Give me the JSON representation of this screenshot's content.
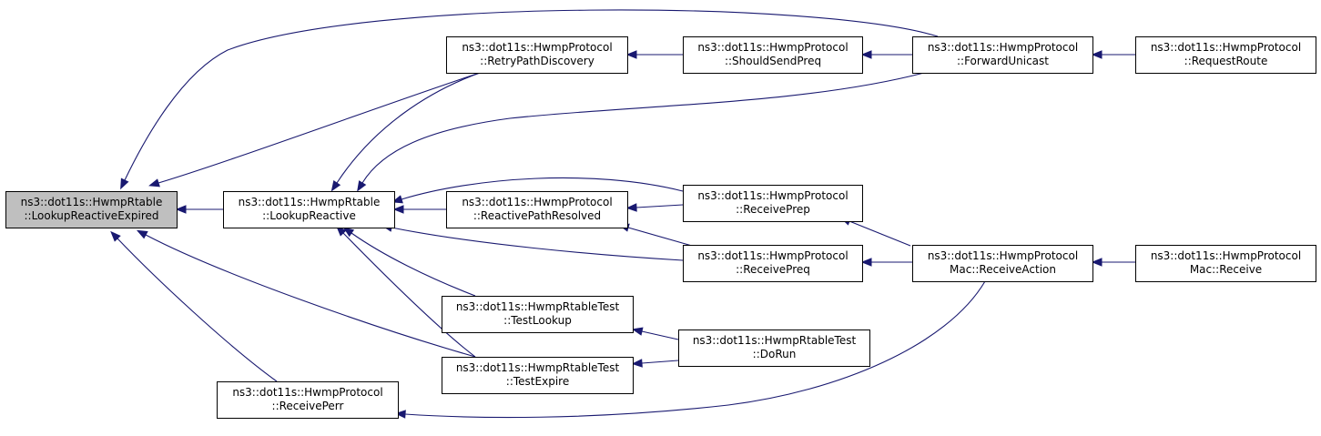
{
  "graph": {
    "nodes": [
      {
        "id": "lre",
        "root": true,
        "lines": [
          "ns3::dot11s::HwmpRtable",
          "::LookupReactiveExpired"
        ]
      },
      {
        "id": "lr",
        "lines": [
          "ns3::dot11s::HwmpRtable",
          "::LookupReactive"
        ]
      },
      {
        "id": "rpd",
        "lines": [
          "ns3::dot11s::HwmpProtocol",
          "::RetryPathDiscovery"
        ]
      },
      {
        "id": "ssp",
        "lines": [
          "ns3::dot11s::HwmpProtocol",
          "::ShouldSendPreq"
        ]
      },
      {
        "id": "fu",
        "lines": [
          "ns3::dot11s::HwmpProtocol",
          "::ForwardUnicast"
        ]
      },
      {
        "id": "rr",
        "lines": [
          "ns3::dot11s::HwmpProtocol",
          "::RequestRoute"
        ]
      },
      {
        "id": "rprs",
        "lines": [
          "ns3::dot11s::HwmpProtocol",
          "::ReactivePathResolved"
        ]
      },
      {
        "id": "rprep",
        "lines": [
          "ns3::dot11s::HwmpProtocol",
          "::ReceivePrep"
        ]
      },
      {
        "id": "rpreq",
        "lines": [
          "ns3::dot11s::HwmpProtocol",
          "::ReceivePreq"
        ]
      },
      {
        "id": "ra",
        "lines": [
          "ns3::dot11s::HwmpProtocol",
          "Mac::ReceiveAction"
        ]
      },
      {
        "id": "rcv",
        "lines": [
          "ns3::dot11s::HwmpProtocol",
          "Mac::Receive"
        ]
      },
      {
        "id": "tl",
        "lines": [
          "ns3::dot11s::HwmpRtableTest",
          "::TestLookup"
        ]
      },
      {
        "id": "dr",
        "lines": [
          "ns3::dot11s::HwmpRtableTest",
          "::DoRun"
        ]
      },
      {
        "id": "te",
        "lines": [
          "ns3::dot11s::HwmpRtableTest",
          "::TestExpire"
        ]
      },
      {
        "id": "rperr",
        "lines": [
          "ns3::dot11s::HwmpProtocol",
          "::ReceivePerr"
        ]
      }
    ],
    "edges": [
      {
        "from": "lr",
        "to": "lre"
      },
      {
        "from": "rpd",
        "to": "lre"
      },
      {
        "from": "fu",
        "to": "lre"
      },
      {
        "from": "rperr",
        "to": "lre"
      },
      {
        "from": "te",
        "to": "lre"
      },
      {
        "from": "rpd",
        "to": "lr"
      },
      {
        "from": "fu",
        "to": "lr"
      },
      {
        "from": "rprs",
        "to": "lr"
      },
      {
        "from": "rprep",
        "to": "lr"
      },
      {
        "from": "rpreq",
        "to": "lr"
      },
      {
        "from": "tl",
        "to": "lr"
      },
      {
        "from": "te",
        "to": "lr"
      },
      {
        "from": "ssp",
        "to": "rpd"
      },
      {
        "from": "fu",
        "to": "ssp"
      },
      {
        "from": "rr",
        "to": "fu"
      },
      {
        "from": "rprep",
        "to": "rprs"
      },
      {
        "from": "rpreq",
        "to": "rprs"
      },
      {
        "from": "ra",
        "to": "rprep"
      },
      {
        "from": "ra",
        "to": "rpreq"
      },
      {
        "from": "rcv",
        "to": "ra"
      },
      {
        "from": "ra",
        "to": "rperr"
      },
      {
        "from": "dr",
        "to": "tl"
      },
      {
        "from": "dr",
        "to": "te"
      }
    ]
  }
}
